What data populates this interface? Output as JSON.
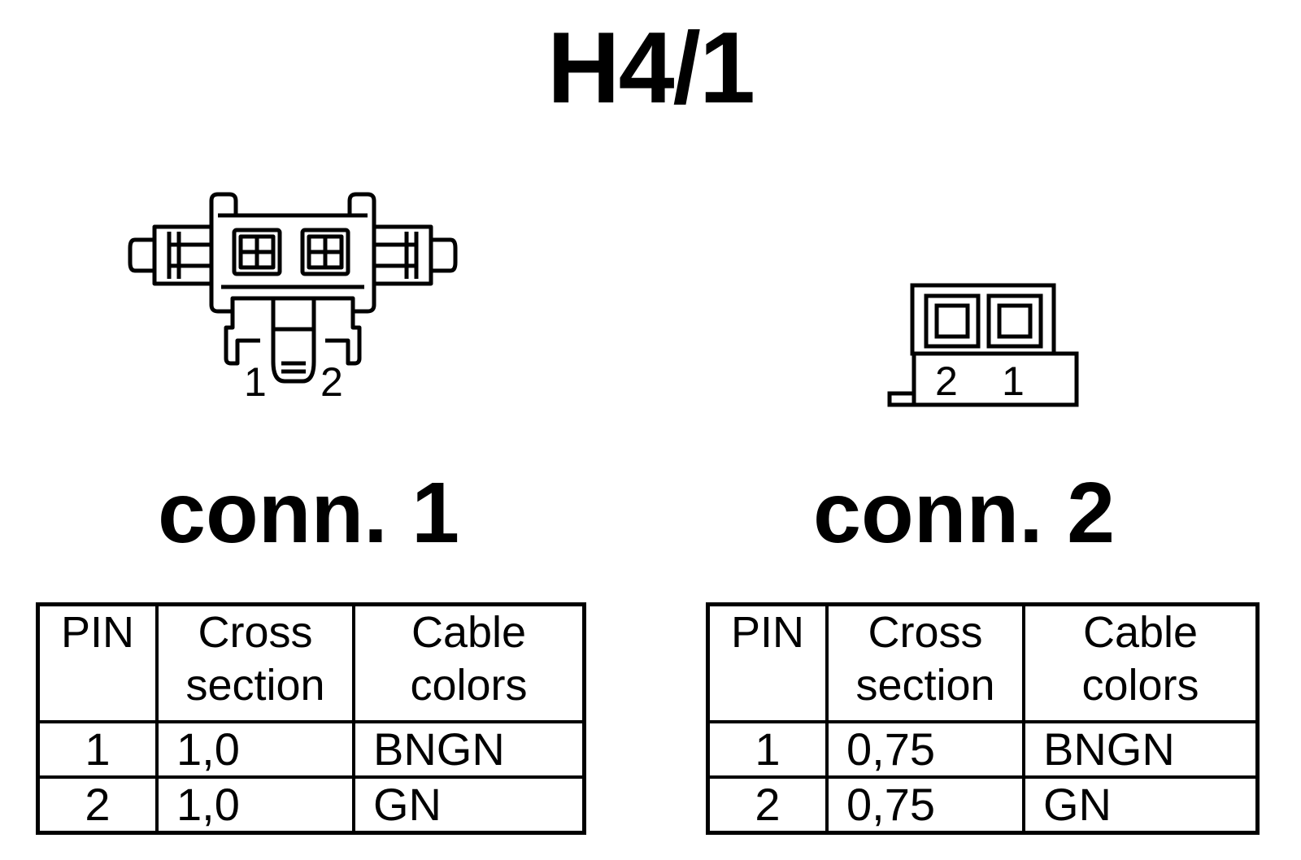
{
  "title": "H4/1",
  "connectors": [
    {
      "label": "conn. 1",
      "pin_labels": [
        "1",
        "2"
      ],
      "table": {
        "headers": [
          [
            "PIN"
          ],
          [
            "Cross",
            "section"
          ],
          [
            "Cable",
            "colors"
          ]
        ],
        "rows": [
          {
            "pin": "1",
            "cross_section": "1,0",
            "color": "BNGN"
          },
          {
            "pin": "2",
            "cross_section": "1,0",
            "color": "GN"
          }
        ]
      }
    },
    {
      "label": "conn. 2",
      "pin_labels": [
        "2",
        "1"
      ],
      "table": {
        "headers": [
          [
            "PIN"
          ],
          [
            "Cross",
            "section"
          ],
          [
            "Cable",
            "colors"
          ]
        ],
        "rows": [
          {
            "pin": "1",
            "cross_section": "0,75",
            "color": "BNGN"
          },
          {
            "pin": "2",
            "cross_section": "0,75",
            "color": "GN"
          }
        ]
      }
    }
  ]
}
